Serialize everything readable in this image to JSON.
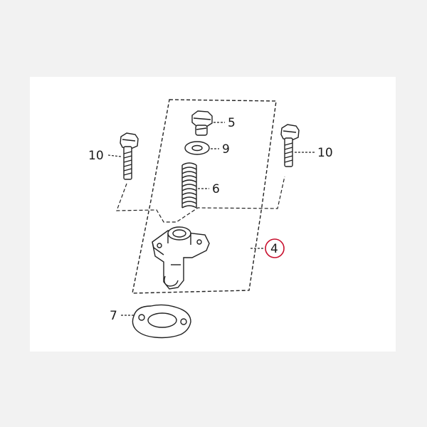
{
  "diagram": {
    "callouts": {
      "bolt_left": "10",
      "bolt_right": "10",
      "plug": "5",
      "washer": "9",
      "spring": "6",
      "tensioner": "4",
      "gasket": "7"
    },
    "highlight_color": "#c8102e"
  }
}
